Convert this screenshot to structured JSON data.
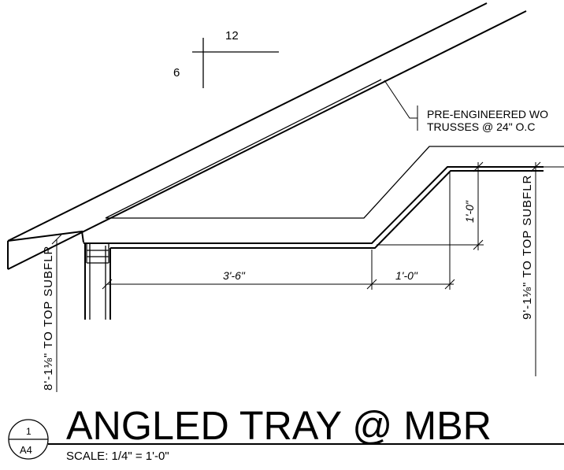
{
  "slope": {
    "run": "12",
    "rise": "6"
  },
  "note": {
    "line1": "PRE-ENGINEERED WO",
    "line2": "TRUSSES @ 24\" O.C"
  },
  "dimensions": {
    "left_height": "8'-1⅛\" TO TOP SUBFLR",
    "right_height": "9'-1⅛\" TO TOP SUBFLR",
    "horizontal_flat": "3'-6\"",
    "horizontal_slope": "1'-0\"",
    "vertical_rise": "1'-0\""
  },
  "title_block": {
    "title": "ANGLED TRAY @ MBR",
    "scale": "SCALE: 1/4\" = 1'-0\"",
    "bubble_top": "1",
    "bubble_bottom": "A4"
  }
}
